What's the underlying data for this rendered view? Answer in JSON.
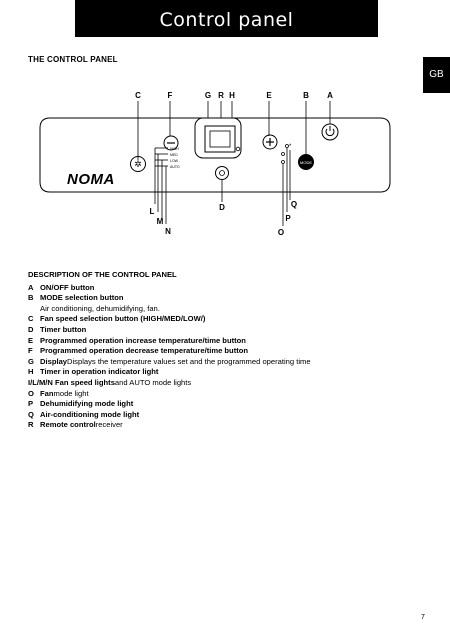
{
  "header": {
    "title": "Control panel",
    "tab_label": "GB"
  },
  "section_title": "THE CONTROL PANEL",
  "diagram": {
    "brand": "NOMA",
    "callouts_top": [
      "C",
      "F",
      "G",
      "R",
      "H",
      "E",
      "B",
      "A"
    ],
    "callouts_bottom": [
      "L",
      "M",
      "N",
      "D",
      "Q",
      "P",
      "O"
    ],
    "mode_button_label": "MODE",
    "fan_labels": [
      "HIGH",
      "MED",
      "LOW",
      "AUTO"
    ]
  },
  "description": {
    "heading": "DESCRIPTION OF THE CONTROL PANEL",
    "items": [
      {
        "key": "A",
        "bold": "ON/OFF button",
        "rest": ""
      },
      {
        "key": "B",
        "bold": "MODE selection button",
        "rest": ""
      },
      {
        "key": "",
        "bold": "",
        "rest": "Air conditioning, dehumidifying, fan."
      },
      {
        "key": "C",
        "bold": "Fan speed selection button (HIGH/MED/LOW/)",
        "rest": ""
      },
      {
        "key": "D",
        "bold": "Timer button",
        "rest": ""
      },
      {
        "key": "E",
        "bold": "Programmed operation increase temperature/time button",
        "rest": ""
      },
      {
        "key": "F",
        "bold": "Programmed operation decrease temperature/time button",
        "rest": ""
      },
      {
        "key": "G",
        "bold": "Display",
        "rest": " Displays the temperature values set and the programmed operating time"
      },
      {
        "key": "H",
        "bold": "Timer in operation indicator light",
        "rest": ""
      },
      {
        "key": "",
        "bold": "I/L/M/N Fan speed lights",
        "rest": " and AUTO mode lights"
      },
      {
        "key": "O",
        "bold": "Fan",
        "rest": " mode light"
      },
      {
        "key": "P",
        "bold": "Dehumidifying mode light",
        "rest": ""
      },
      {
        "key": "Q",
        "bold": "Air-conditioning mode light",
        "rest": ""
      },
      {
        "key": "R",
        "bold": "Remote control",
        "rest": " receiver"
      }
    ]
  },
  "page_number": "7"
}
